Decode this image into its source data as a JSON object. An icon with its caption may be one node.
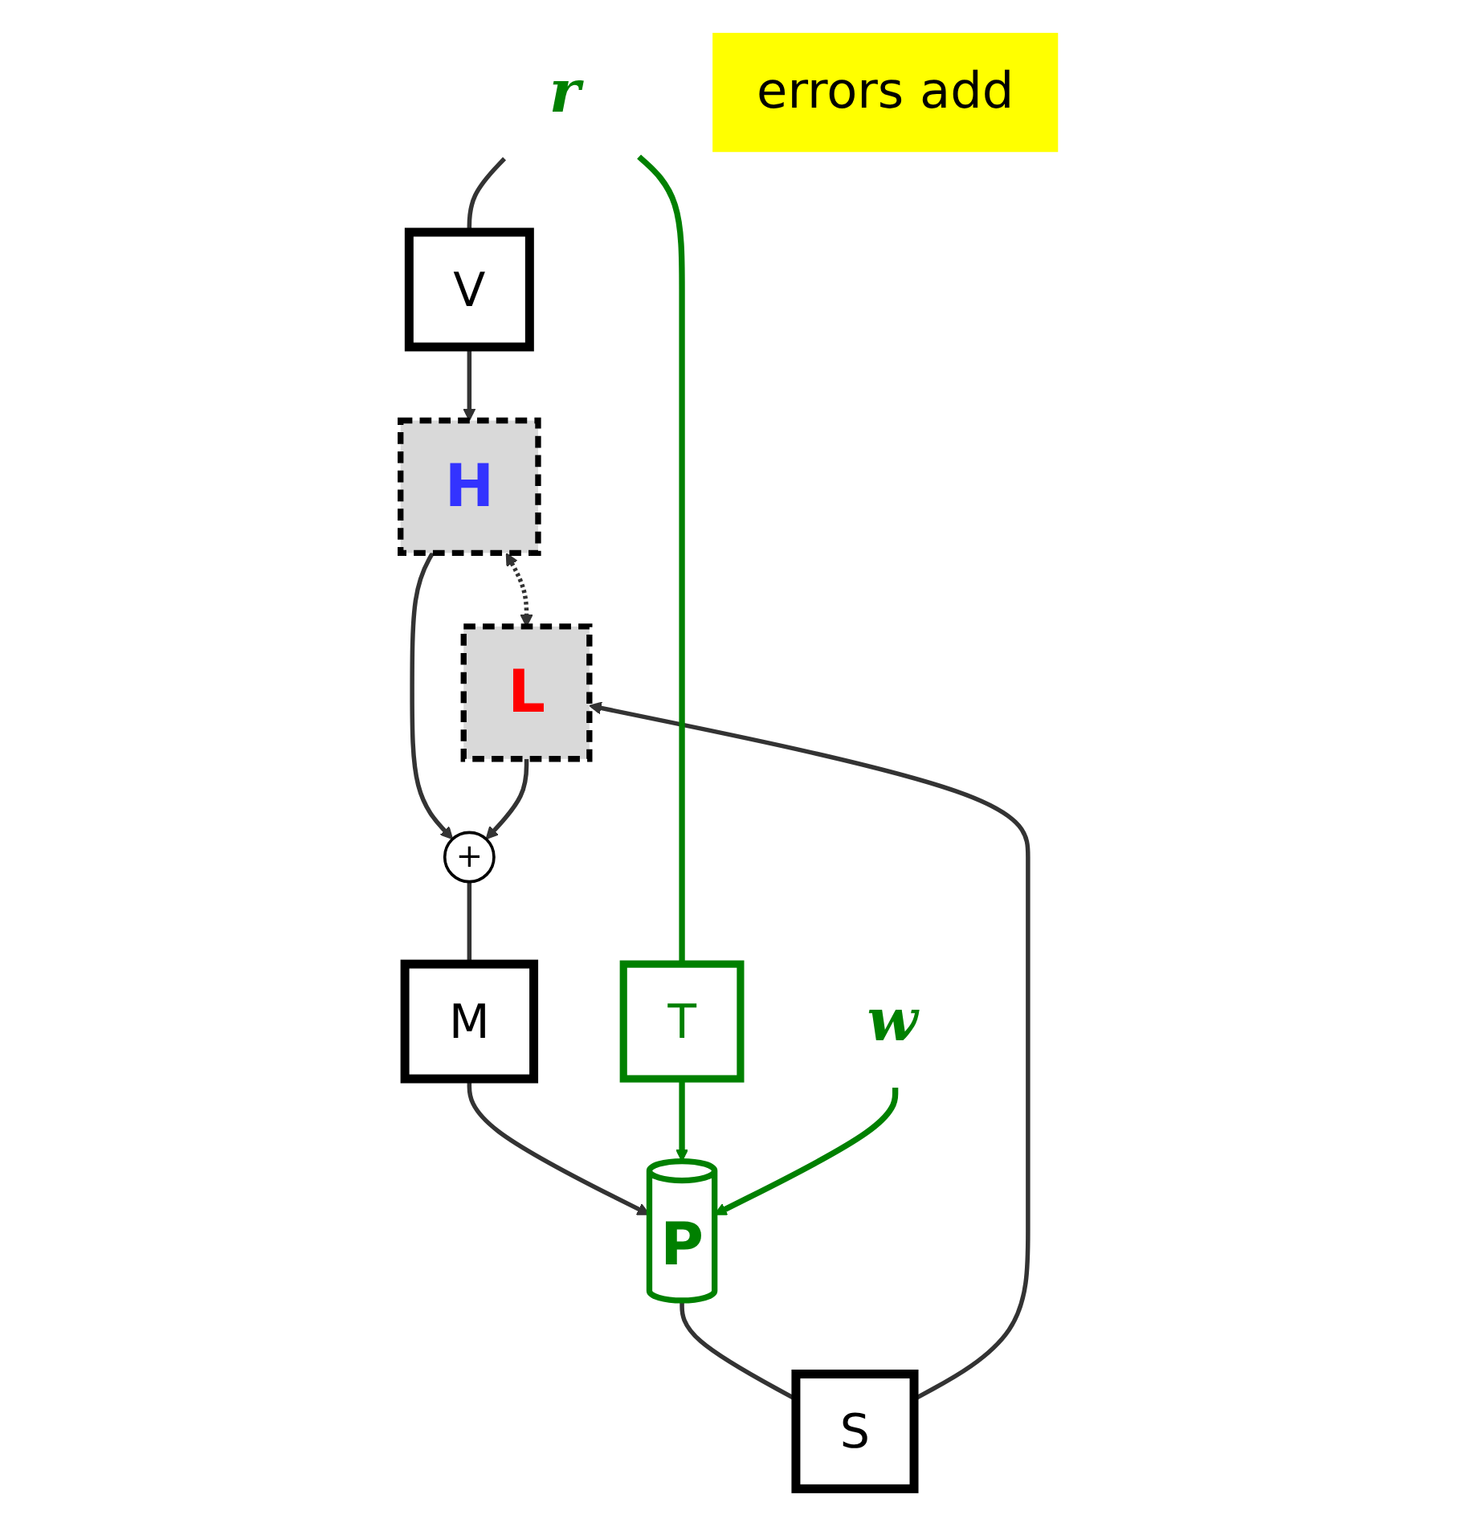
{
  "diagram": {
    "nodes": [
      {
        "text": [
          "H"
        ]
      },
      {
        "text": [
          "V"
        ]
      },
      {
        "text": [
          "r"
        ]
      },
      {
        "text": [
          "L"
        ]
      },
      {
        "text": [
          "+"
        ]
      },
      {
        "text": [
          "errors add"
        ]
      },
      {
        "text": [
          "T"
        ]
      },
      {
        "text": [
          "M"
        ]
      },
      {
        "text": [
          "S"
        ]
      },
      {
        "text": [
          "P"
        ]
      },
      {
        "text": [
          "w"
        ]
      }
    ],
    "edges": [
      {
        "from": 2,
        "to": 1,
        "arrow": "none"
      },
      {
        "from": 1,
        "to": 0,
        "arrow": "to"
      },
      {
        "from": 0,
        "to": 3,
        "arrow": "both",
        "style": "dashed"
      },
      {
        "from": 0,
        "to": 4,
        "arrow": "to"
      },
      {
        "from": 3,
        "to": 4,
        "arrow": "to"
      },
      {
        "from": 4,
        "to": 7,
        "arrow": "none"
      },
      {
        "from": 7,
        "to": 9,
        "arrow": "to"
      },
      {
        "from": 9,
        "to": 8,
        "arrow": "none"
      },
      {
        "from": 8,
        "to": 3,
        "arrow": "to"
      },
      {
        "from": 2,
        "to": 6,
        "arrow": "none",
        "color": "#008000"
      },
      {
        "from": 6,
        "to": 9,
        "arrow": "to",
        "color": "#008000"
      },
      {
        "from": 10,
        "to": 9,
        "arrow": "to",
        "color": "#008000"
      }
    ]
  }
}
